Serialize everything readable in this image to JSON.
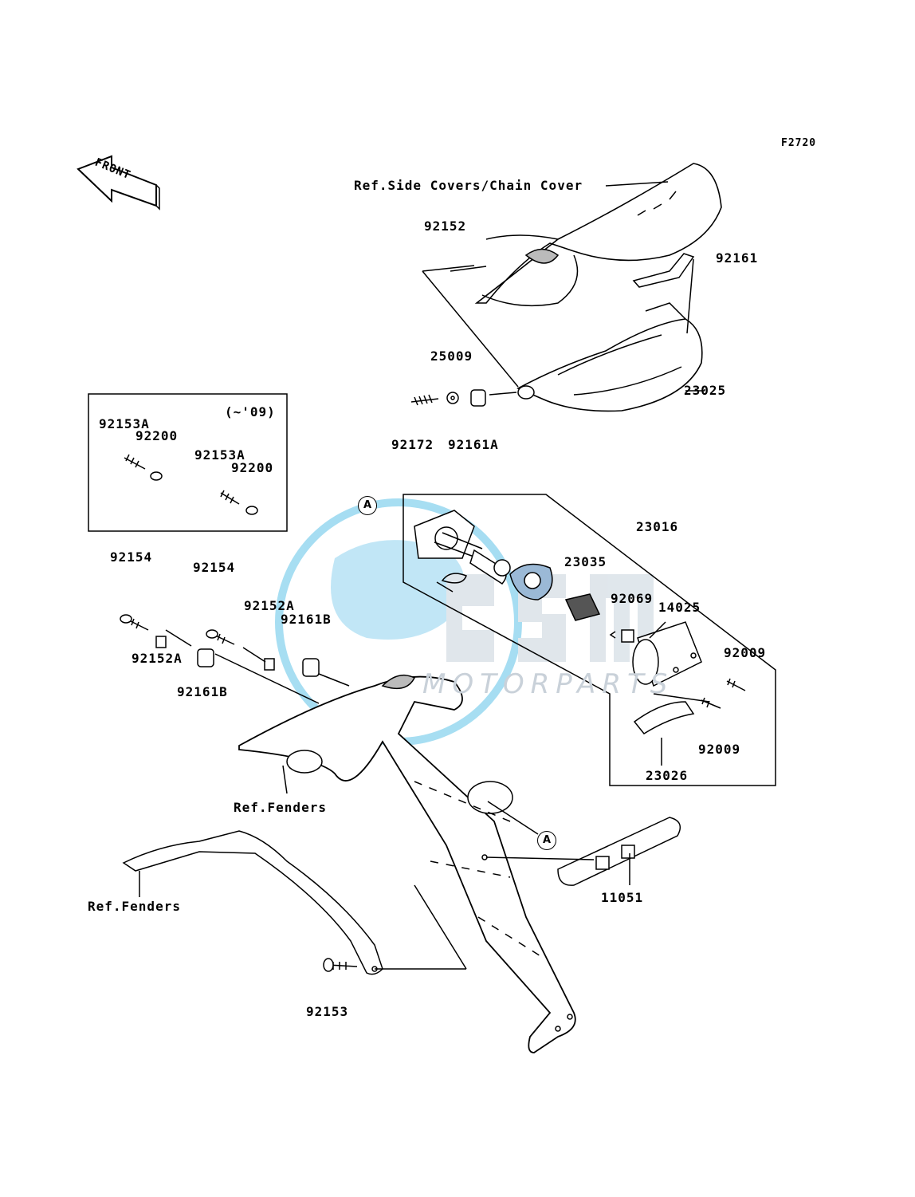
{
  "figure_code": "F2720",
  "front_arrow": {
    "label": "FRONT"
  },
  "watermark": {
    "brand": "OSM",
    "sub": "MOTORPARTS",
    "color": "#c7d3dc",
    "accent": "#5fc3e8"
  },
  "inset": {
    "note": "(~'09)"
  },
  "labels": {
    "ref_side_covers": "Ref.Side Covers/Chain Cover",
    "p92152": "92152",
    "p92161": "92161",
    "p25009": "25009",
    "p23025": "23025",
    "p92172": "92172",
    "p92161A": "92161A",
    "inset_92153A_1": "92153A",
    "inset_92200_1": "92200",
    "inset_92153A_2": "92153A",
    "inset_92200_2": "92200",
    "p23016": "23016",
    "p23035": "23035",
    "p92069": "92069",
    "p14025": "14025",
    "p92009_a": "92009",
    "p92009_b": "92009",
    "p23026": "23026",
    "p92154_a": "92154",
    "p92154_b": "92154",
    "p92152A_a": "92152A",
    "p92161B_a": "92161B",
    "p92152A_b": "92152A",
    "p92161B_b": "92161B",
    "ref_fenders_1": "Ref.Fenders",
    "ref_fenders_2": "Ref.Fenders",
    "p11051": "11051",
    "p92153": "92153",
    "callout_a1": "A",
    "callout_a2": "A"
  }
}
